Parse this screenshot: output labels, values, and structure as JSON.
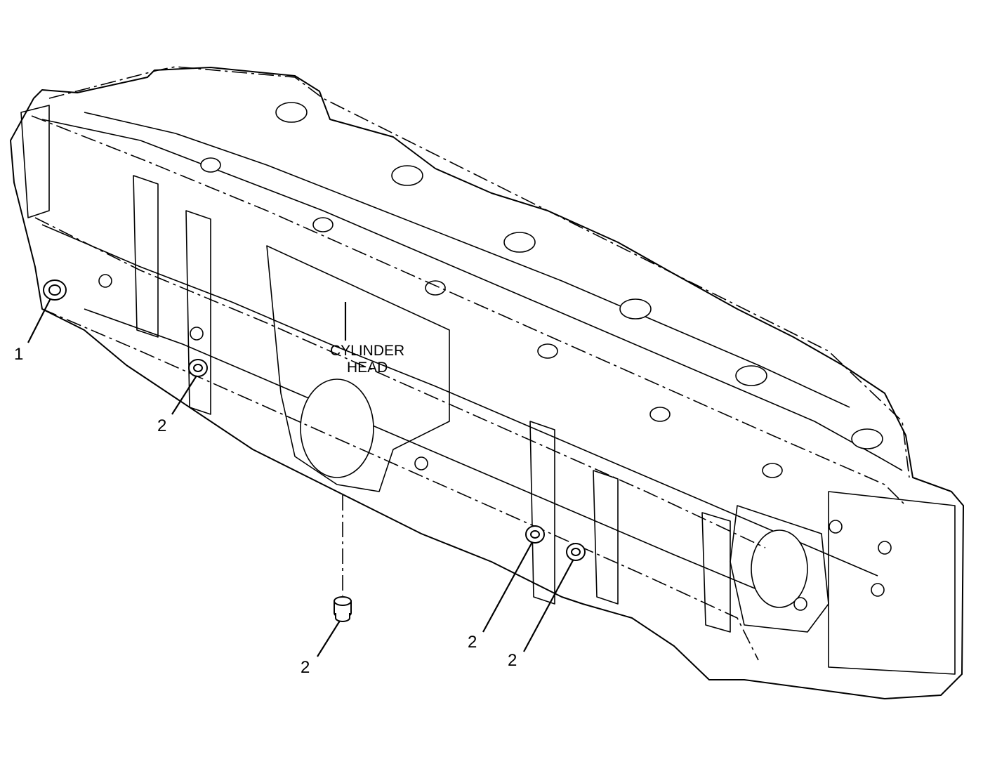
{
  "diagram": {
    "component_label_line1": "CYLINDER",
    "component_label_line2": "HEAD",
    "callouts": [
      {
        "id": "c1",
        "number": "1"
      },
      {
        "id": "c2a",
        "number": "2"
      },
      {
        "id": "c2b",
        "number": "2"
      },
      {
        "id": "c2c",
        "number": "2"
      },
      {
        "id": "c2d",
        "number": "2"
      }
    ],
    "colors": {
      "line": "#000000",
      "background": "#ffffff"
    }
  }
}
